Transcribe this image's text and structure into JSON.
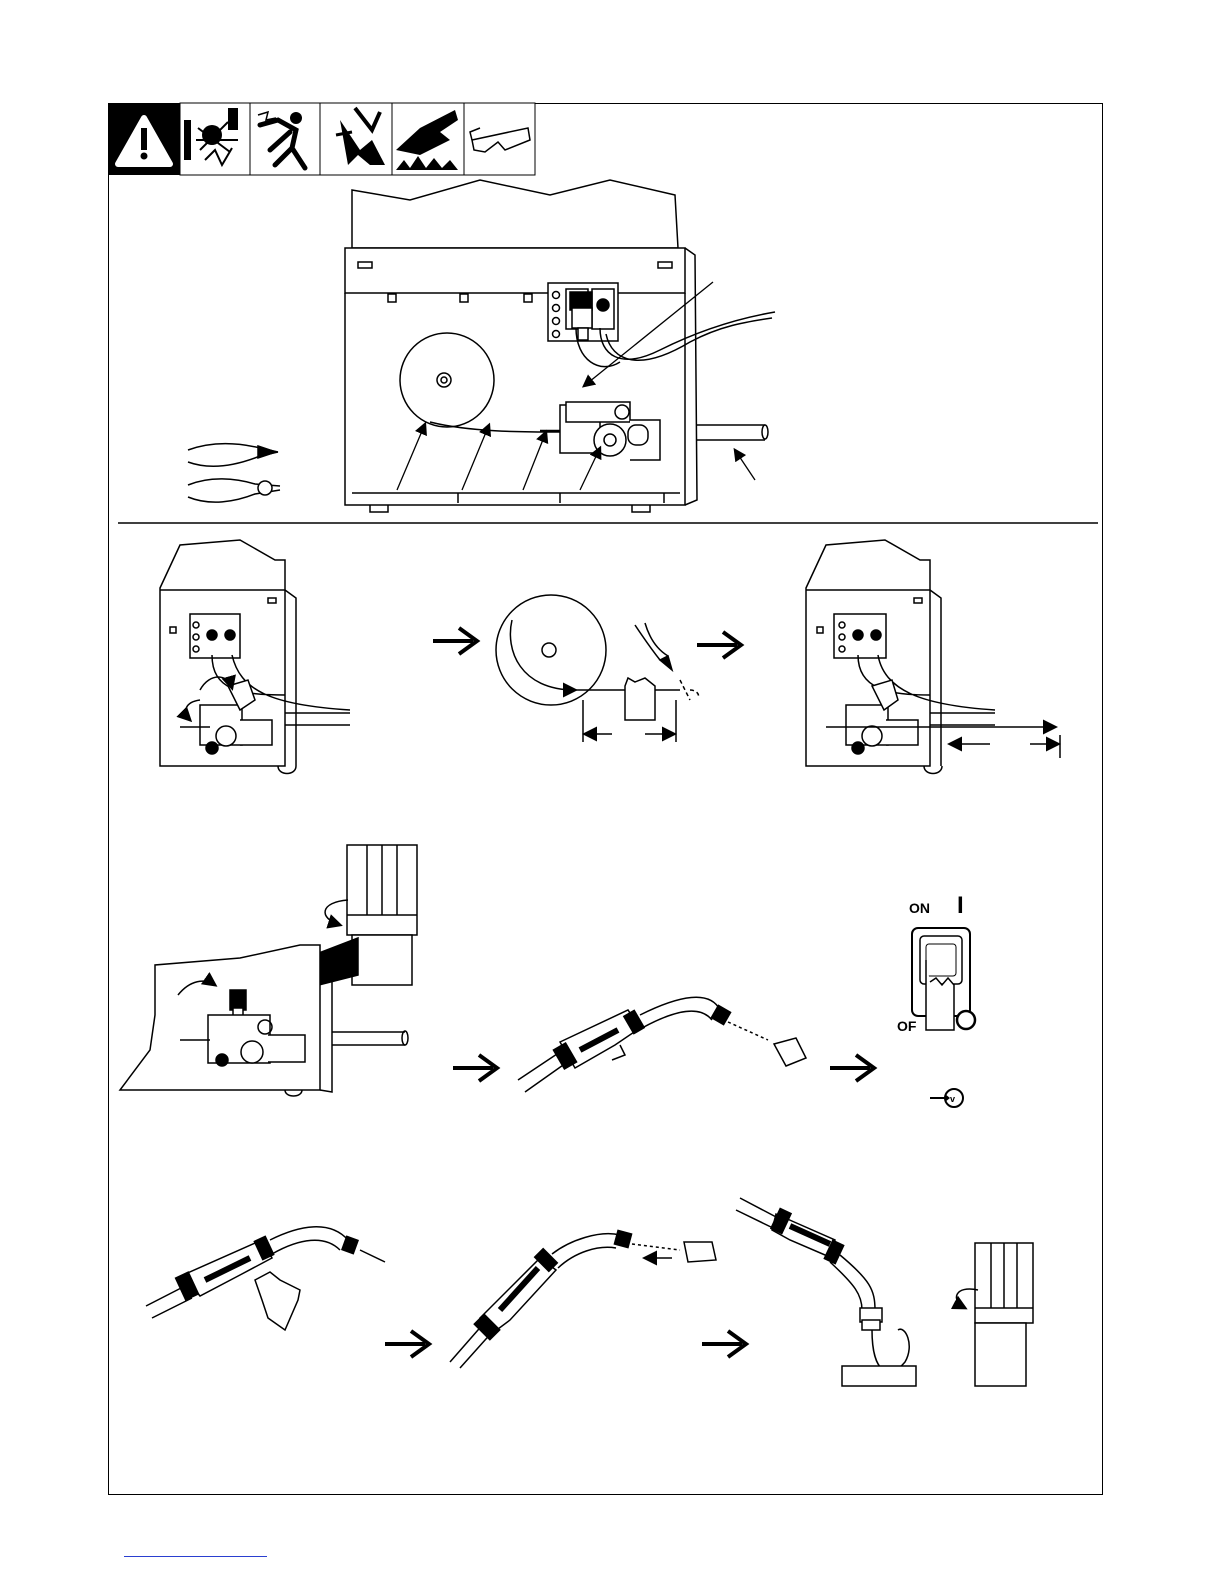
{
  "switch": {
    "on_label": "ON",
    "off_label": "OF",
    "on_symbol": "I",
    "off_symbol": "O"
  },
  "colors": {
    "ink": "#000000",
    "paper": "#ffffff",
    "footer_rule": "#2a3fd0"
  },
  "warning_icons": [
    {
      "name": "warning-triangle-icon"
    },
    {
      "name": "fire-explosion-icon"
    },
    {
      "name": "electric-shock-icon"
    },
    {
      "name": "moving-parts-hand-icon"
    },
    {
      "name": "hot-parts-hand-icon"
    },
    {
      "name": "safety-glasses-icon"
    }
  ],
  "tools": [
    {
      "name": "wire-cutter-icon"
    },
    {
      "name": "pliers-icon"
    }
  ]
}
